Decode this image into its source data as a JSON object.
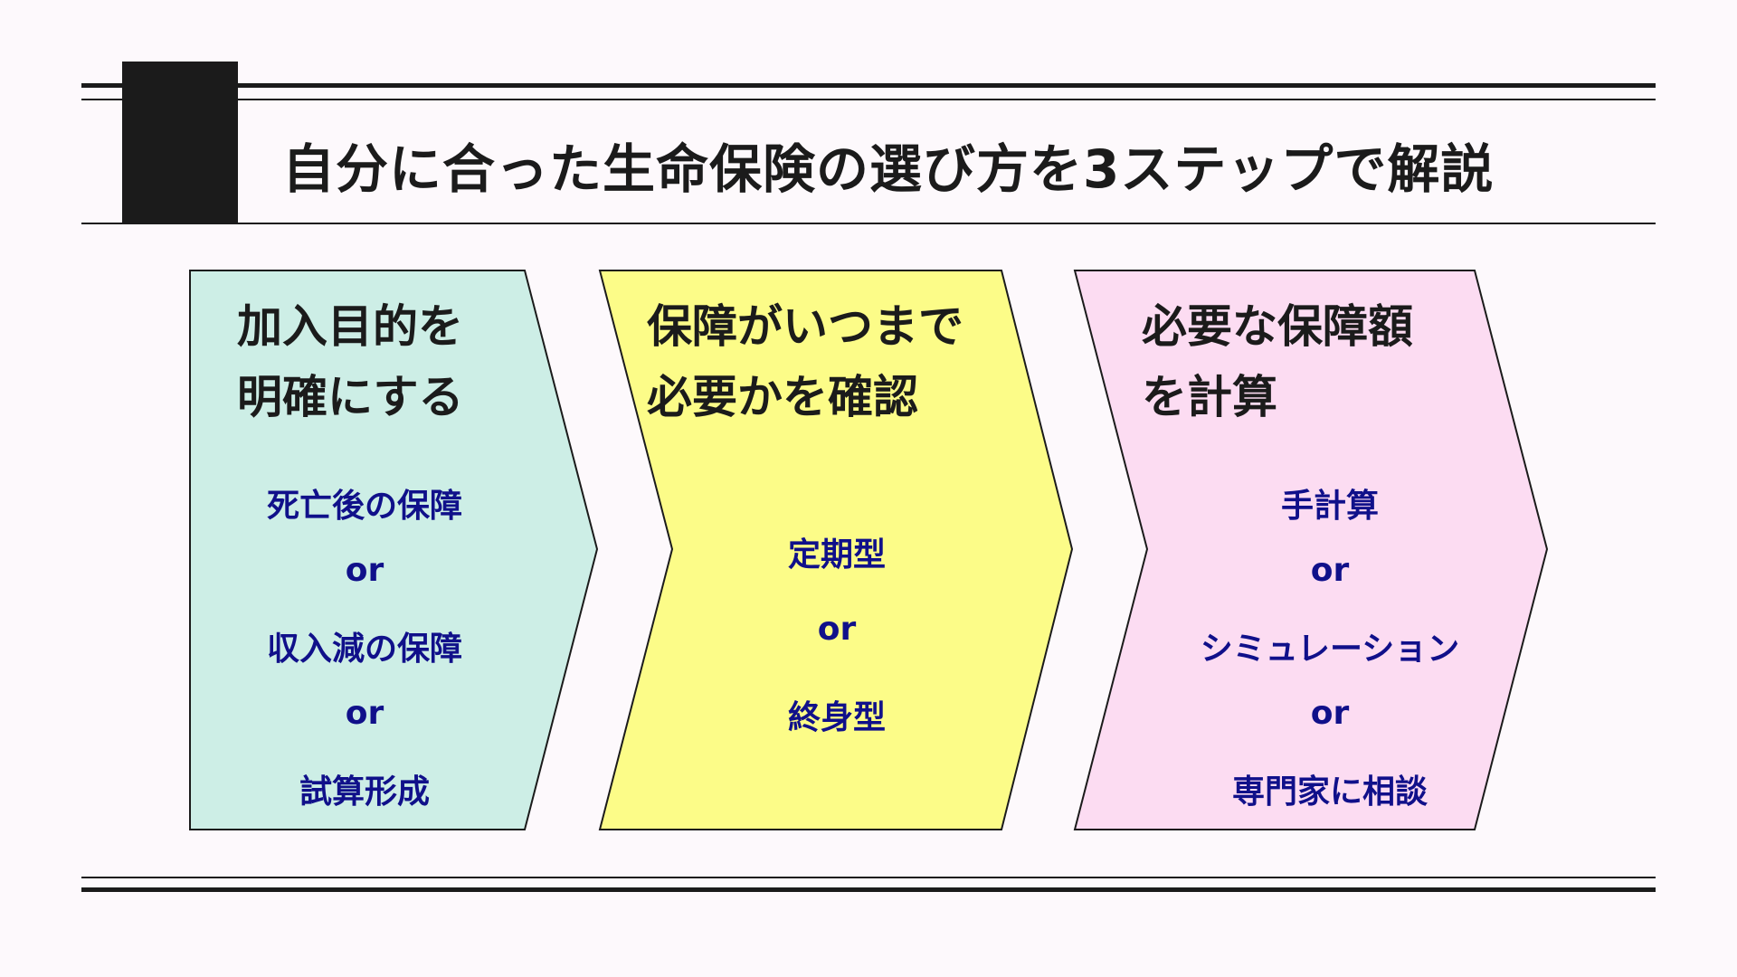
{
  "title": "自分に合った生命保険の選び方を3ステップで解説",
  "colors": {
    "step1_fill": "#cdeee6",
    "step2_fill": "#fcfc88",
    "step3_fill": "#fcdcf2",
    "outline": "#1b1b1b",
    "option_text": "#10108a",
    "background": "#fdf9fc"
  },
  "steps": [
    {
      "heading": [
        "加入目的を",
        "明確にする"
      ],
      "options": [
        "死亡後の保障",
        "or",
        "収入減の保障",
        "or",
        "試算形成"
      ]
    },
    {
      "heading": [
        "保障がいつまで",
        "必要かを確認"
      ],
      "options": [
        "定期型",
        "or",
        "終身型"
      ]
    },
    {
      "heading": [
        "必要な保障額",
        "を計算"
      ],
      "options": [
        "手計算",
        "or",
        "シミュレーション",
        "or",
        "専門家に相談"
      ]
    }
  ]
}
